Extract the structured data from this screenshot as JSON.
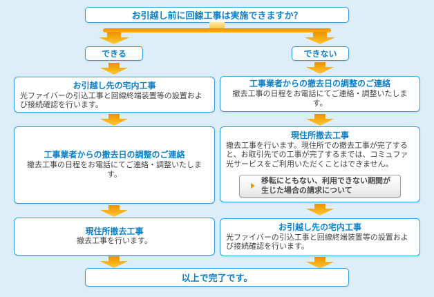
{
  "colors": {
    "background": "#ddeef8",
    "box_border_blue": "#2b9fdb",
    "title_blue": "#0d7fc5",
    "body_text": "#404040",
    "arrow_orange_dark": "#ee9000",
    "arrow_orange_light": "#fdc93f",
    "button_arrow_orange": "#f39800"
  },
  "flow": {
    "question": "お引越し前に回線工事は実施できますか？",
    "branch_yes": "できる",
    "branch_no": "できない",
    "left_steps": [
      {
        "title": "お引越し先の宅内工事",
        "body": "光ファイバーの引込工事と回線終端装置等の設置および接続確認を行います。"
      },
      {
        "title": "工事業者からの撤去日の調整のご連絡",
        "body": "撤去工事の日程をお電話にてご連絡・調整いたします。"
      },
      {
        "title": "現住所撤去工事",
        "body": "撤去工事を行います。"
      }
    ],
    "right_steps": [
      {
        "title": "工事業者からの撤去日の調整のご連絡",
        "body": "撤去工事の日程をお電話にてご連絡・調整いたします。"
      },
      {
        "title": "現住所撤去工事",
        "body": "撤去工事を行います。現住所での撤去工事が完了すると、お取引先での工事が完了するまでは、コミュファ光サービスをご利用いただくことはできません。",
        "button_label": "移転にともない、利用できない期間が生じた場合の請求について"
      },
      {
        "title": "お引越し先の宅内工事",
        "body": "光ファイバーの引込工事と回線終端装置等の設置および接続確認を行います。"
      }
    ],
    "done": "以上で完了です。"
  }
}
